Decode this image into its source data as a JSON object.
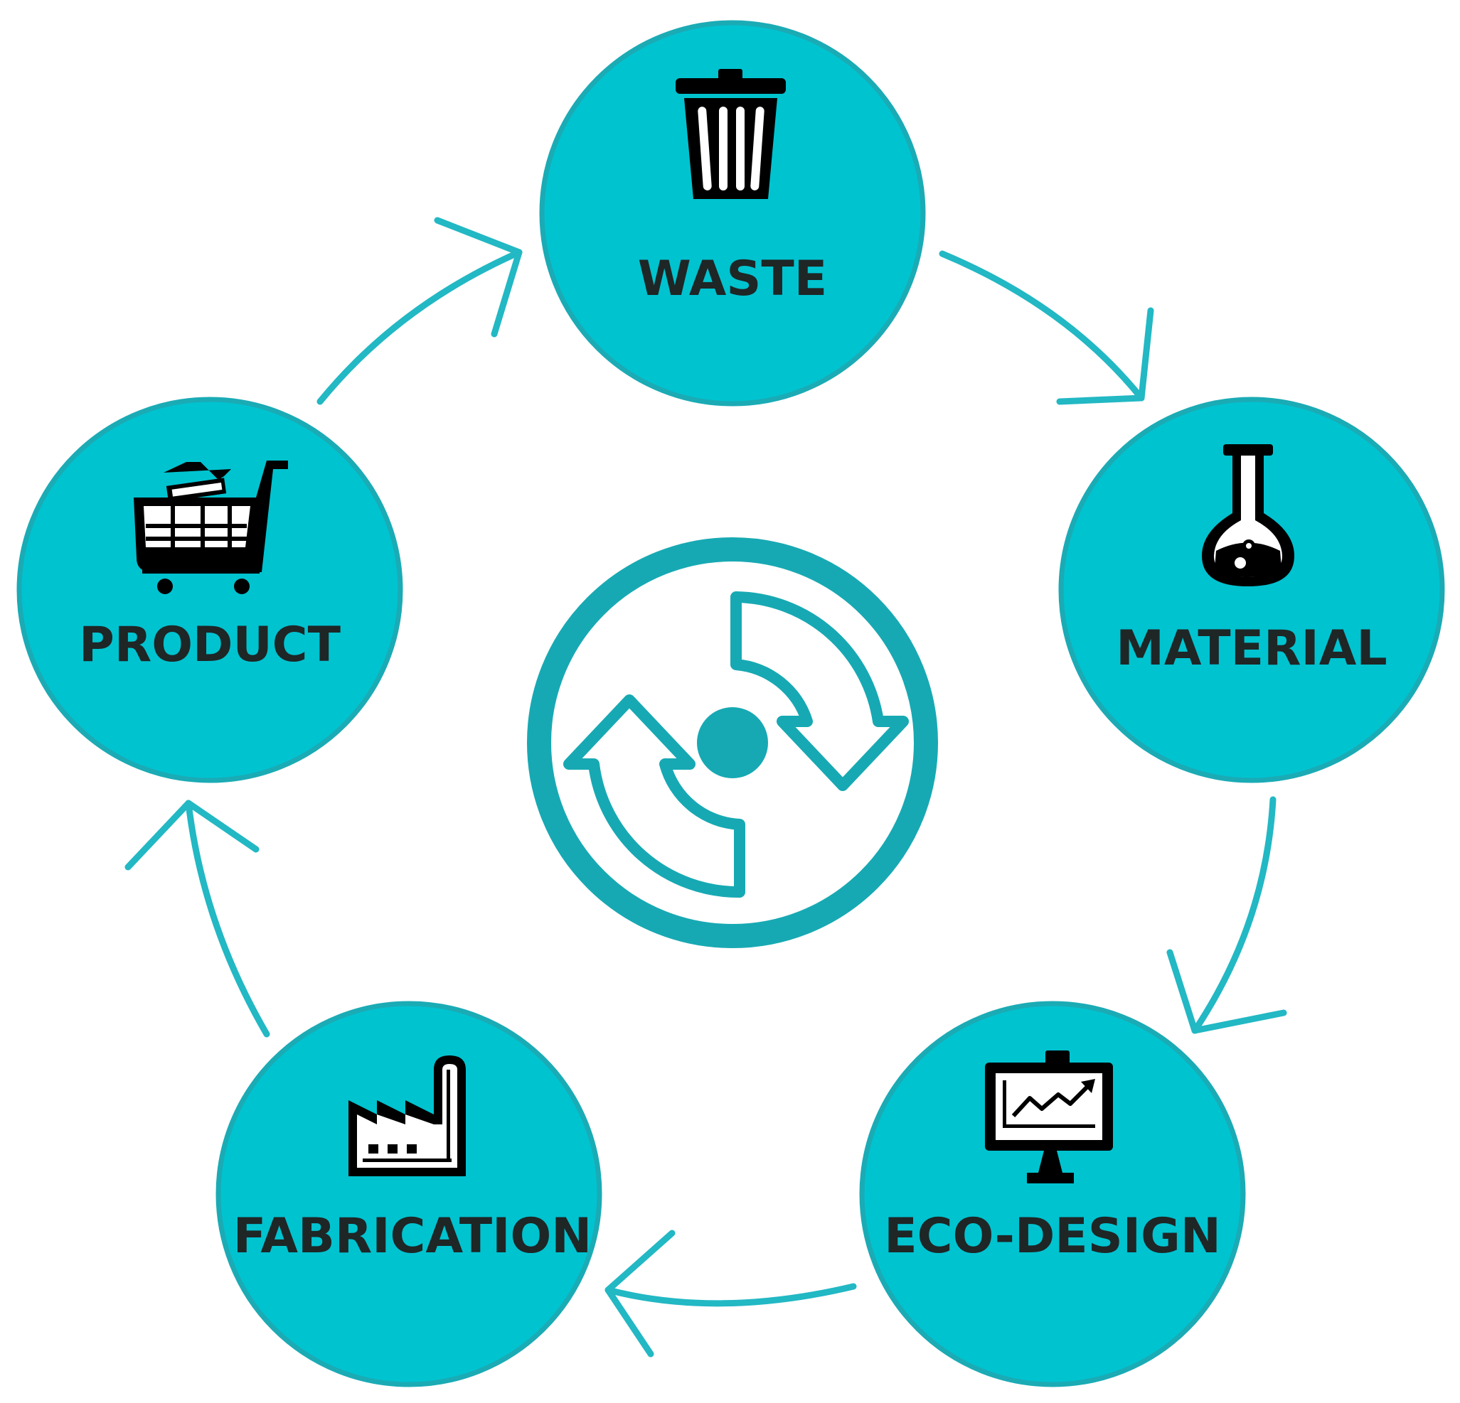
{
  "colors": {
    "node_fill": "#00C3D0",
    "node_stroke": "#1AABB5",
    "arrow": "#22B8C4",
    "center_ring": "#17A9B3",
    "label": "#1E2626",
    "icon": "#000000"
  },
  "nodes": [
    {
      "id": "waste",
      "label": "WASTE",
      "icon": "trash-can-icon"
    },
    {
      "id": "material",
      "label": "MATERIAL",
      "icon": "flask-icon"
    },
    {
      "id": "eco-design",
      "label": "ECO-DESIGN",
      "icon": "presentation-board-icon"
    },
    {
      "id": "fabrication",
      "label": "FABRICATION",
      "icon": "factory-icon"
    },
    {
      "id": "product",
      "label": "PRODUCT",
      "icon": "shopping-cart-icon"
    }
  ],
  "flow": [
    "waste",
    "material",
    "eco-design",
    "fabrication",
    "product",
    "waste"
  ],
  "center_icon": "recycle-arrows-icon"
}
